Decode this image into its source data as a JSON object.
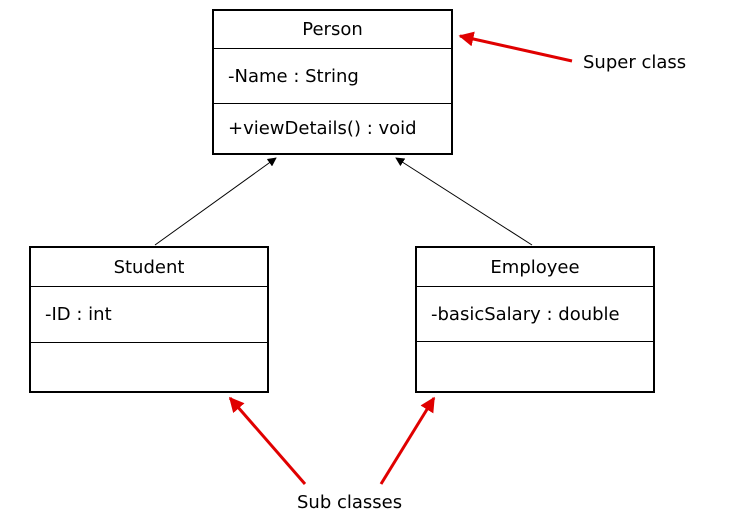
{
  "classes": {
    "person": {
      "name": "Person",
      "attribute": "-Name : String",
      "method": "+viewDetails() : void"
    },
    "student": {
      "name": "Student",
      "attribute": "-ID : int",
      "method": ""
    },
    "employee": {
      "name": "Employee",
      "attribute": "-basicSalary : double",
      "method": ""
    }
  },
  "annotations": {
    "super_class": "Super class",
    "sub_classes": "Sub classes"
  },
  "colors": {
    "annotation_arrow": "#e00000",
    "inheritance_line": "#000000"
  }
}
